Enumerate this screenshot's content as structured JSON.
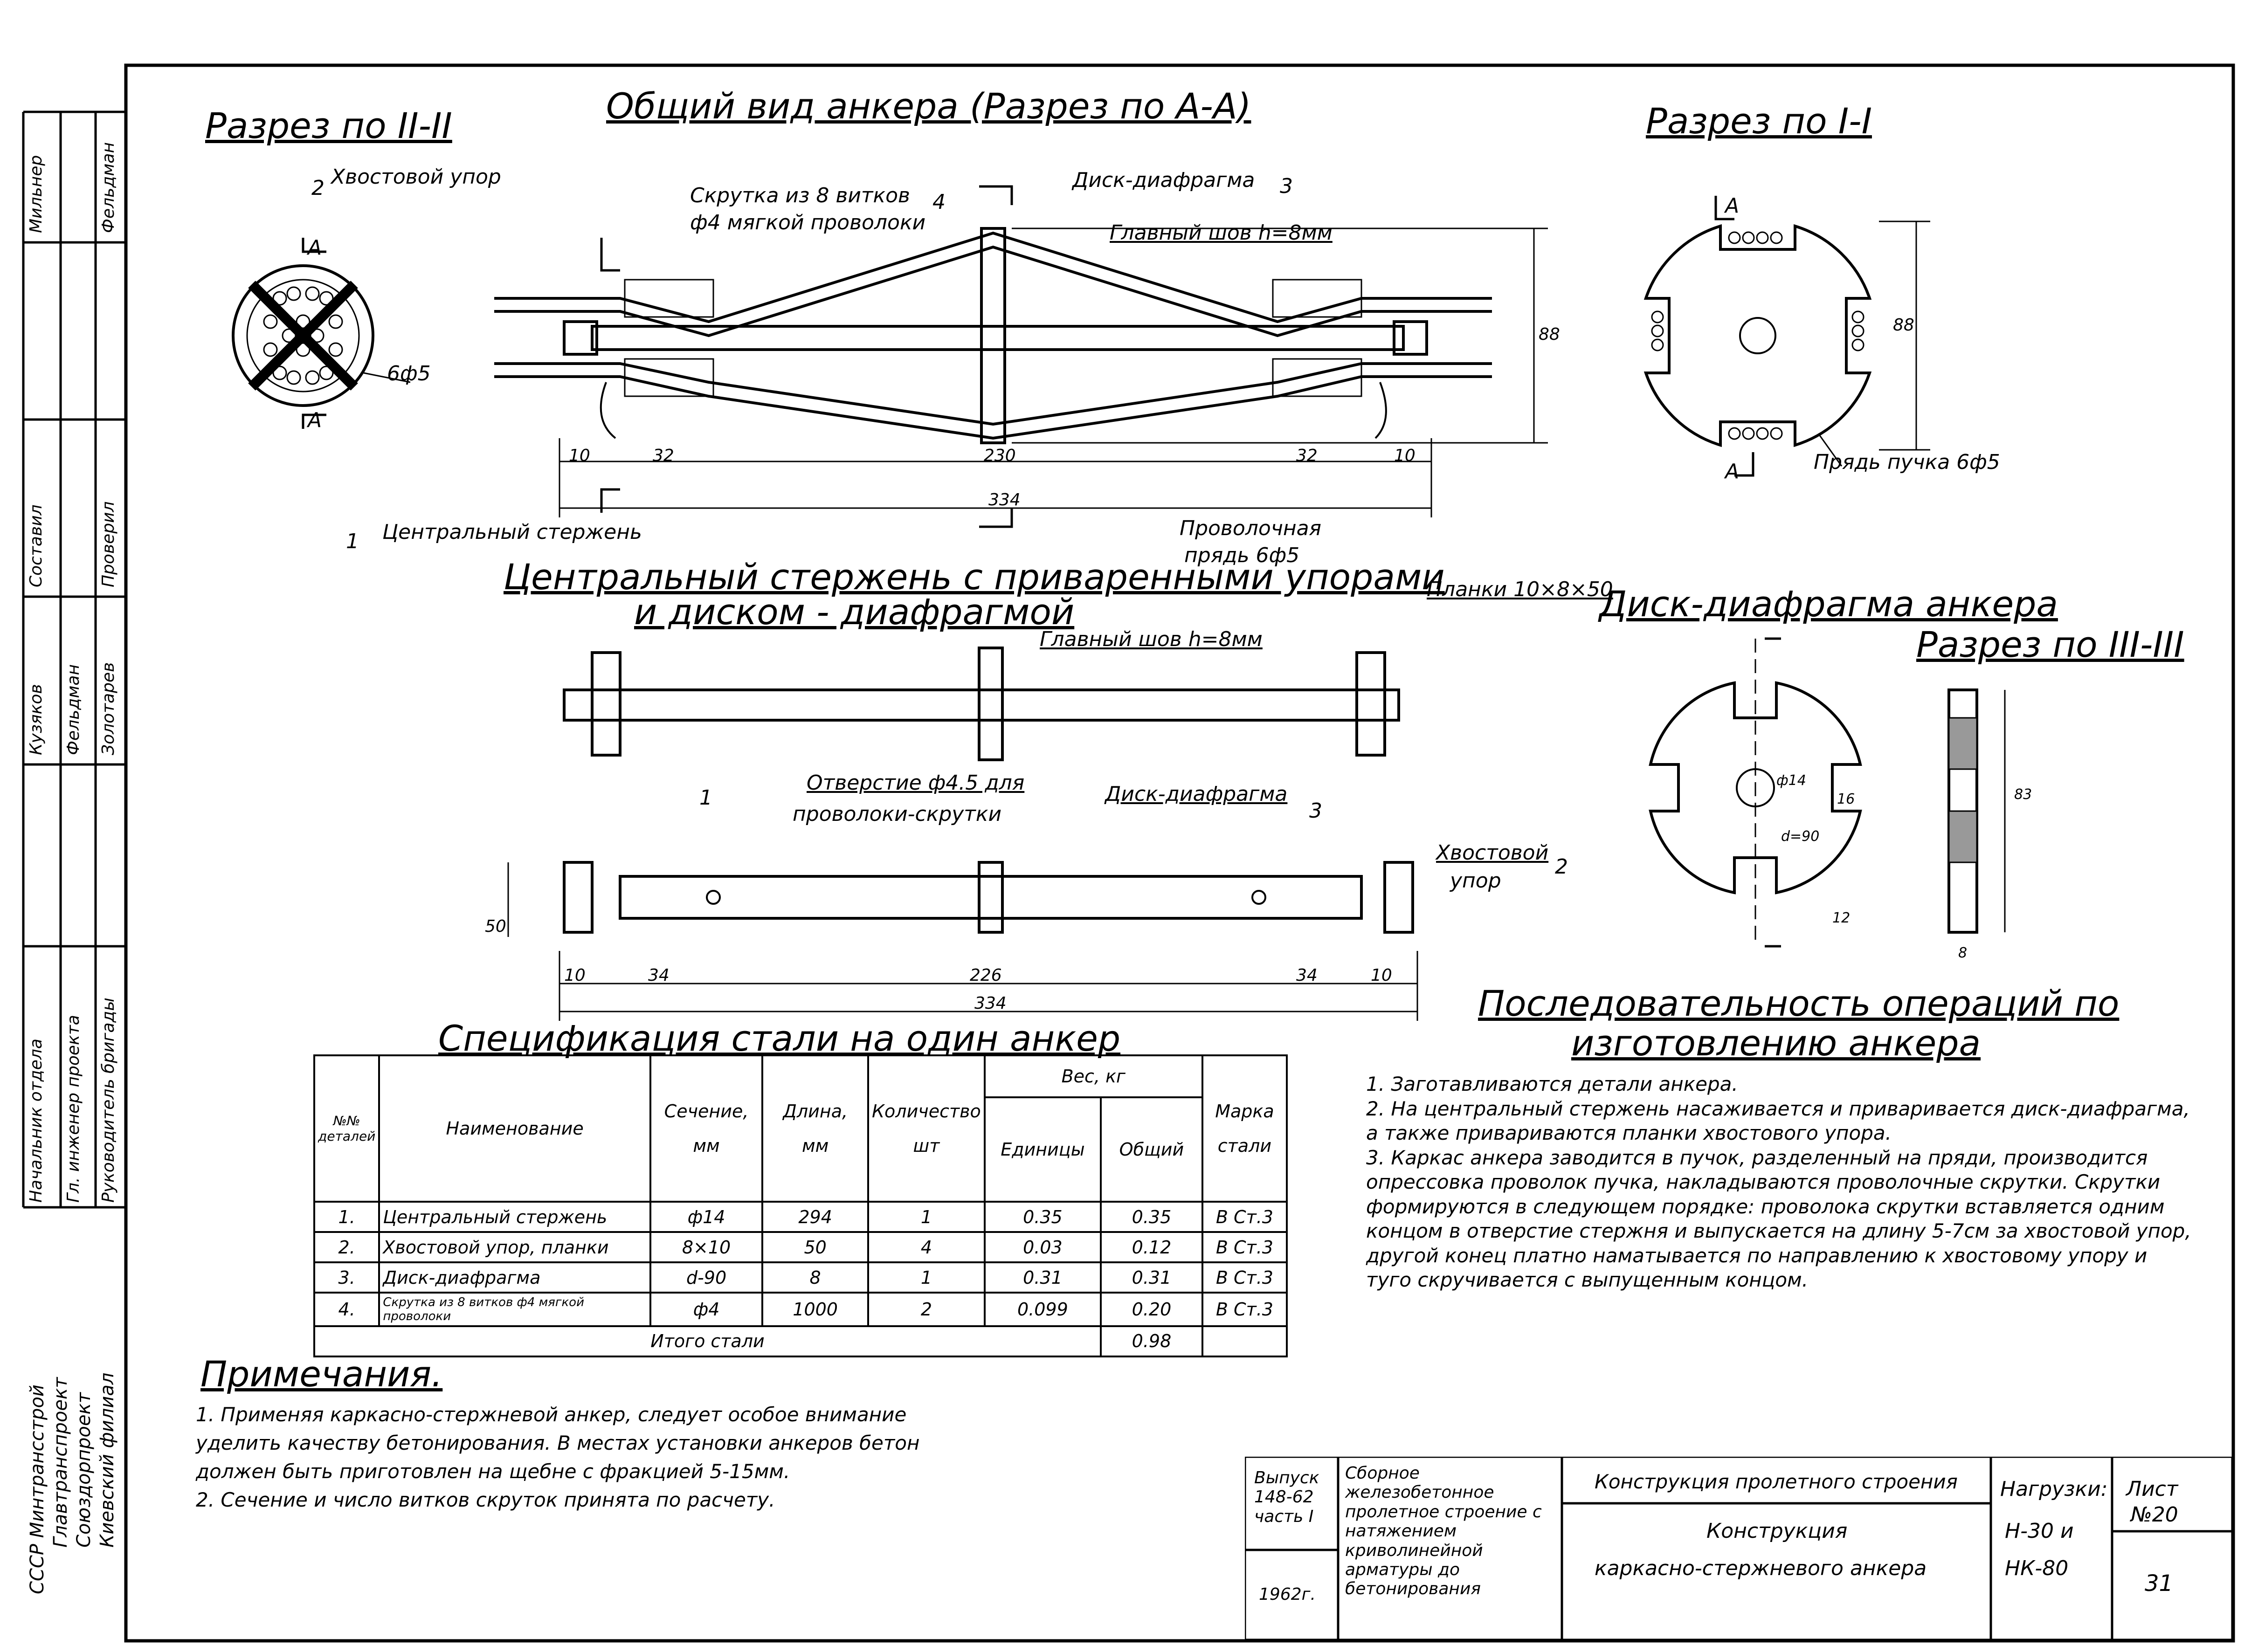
{
  "views": {
    "section2_title": "Разрез по II-II",
    "general_title": "Общий вид анкера (Разрез по А-А)",
    "section1_title": "Разрез по I-I",
    "rod_title_line1": "Центральный стержень с приваренными упорами",
    "rod_title_line2": "и диском - диафрагмой",
    "disk_title": "Диск-диафрагма анкера",
    "section3_title": "Разрез по III-III"
  },
  "labels": {
    "tail_stop": "Хвостовой упор",
    "twist": "Скрутка из 8 витков",
    "twist_wire": "ф4 мягкой проволоки",
    "disk_diaphragm": "Диск-диафрагма",
    "main_weld": "Главный шов  h=8мм",
    "central_rod": "Центральный стержень",
    "wire_strand": "Проволочная",
    "wire_strand2": "прядь 6ф5",
    "strand_bundle": "Прядь пучка 6ф5",
    "six_phi5": "6ф5",
    "plates": "Планки 10×8×50",
    "hole": "Отверстие ф4.5 для",
    "hole2": "проволоки-скрутки",
    "tail_stop2": "Хвостовой",
    "tail_stop3": "упор",
    "n1": "1",
    "n2": "2",
    "n3": "3",
    "n4": "4",
    "sec_A": "А",
    "sec_I": "I",
    "sec_II": "II",
    "sec_III": "III"
  },
  "dims": {
    "d10": "10",
    "d32": "32",
    "d230": "230",
    "d334": "334",
    "d88": "88",
    "d34": "34",
    "d226": "226",
    "d50": "50",
    "d16": "16",
    "d12": "12",
    "d8": "8",
    "d90": "d=90",
    "phi14": "ф14",
    "d83": "83"
  },
  "spec": {
    "title": "Спецификация стали на один анкер",
    "headers": {
      "num": "№№ деталей",
      "name": "Наименование",
      "section": "Сечение,",
      "section_unit": "мм",
      "length": "Длина,",
      "length_unit": "мм",
      "qty": "Количество",
      "qty_unit": "шт",
      "weight": "Вес, кг",
      "w_unit": "Единицы",
      "w_total": "Общий",
      "grade": "Марка",
      "grade2": "стали"
    },
    "rows": [
      {
        "n": "1.",
        "name": "Центральный стержень",
        "sec": "ф14",
        "len": "294",
        "qty": "1",
        "wu": "0.35",
        "wt": "0.35",
        "grade": "В Ст.3"
      },
      {
        "n": "2.",
        "name": "Хвостовой упор, планки",
        "sec": "8×10",
        "len": "50",
        "qty": "4",
        "wu": "0.03",
        "wt": "0.12",
        "grade": "В Ст.3"
      },
      {
        "n": "3.",
        "name": "Диск-диафрагма",
        "sec": "d-90",
        "len": "8",
        "qty": "1",
        "wu": "0.31",
        "wt": "0.31",
        "grade": "В Ст.3"
      },
      {
        "n": "4.",
        "name": "Скрутка из 8 витков ф4 мягкой проволоки",
        "sec": "ф4",
        "len": "1000",
        "qty": "2",
        "wu": "0.099",
        "wt": "0.20",
        "grade": "В Ст.3"
      }
    ],
    "total_label": "Итого   стали",
    "total_value": "0.98"
  },
  "operations": {
    "title_line1": "Последовательность операций по",
    "title_line2": "изготовлению анкера",
    "items": [
      "1. Заготавливаются детали анкера.",
      "2. На центральный стержень насаживается и приваривается диск-диафрагма, а также привариваются планки хвостового упора.",
      "3. Каркас анкера заводится в пучок, разделенный на пряди, производится опрессовка проволок пучка, накладываются проволочные скрутки. Скрутки формируются в следующем порядке: проволока скрутки вставляется одним концом в отверстие стержня и выпускается на длину 5-7см за хвостовой упор, другой конец платно наматывается по направлению к хвостовому упору и туго скручивается с выпущенным концом."
    ]
  },
  "notes": {
    "title": "Примечания.",
    "items": [
      "1. Применяя каркасно-стержневой анкер, следует особое внимание уделить качеству бетонирования. В местах установки анкеров бетон должен быть приготовлен на щебне с фракцией 5-15мм.",
      "2. Сечение и число витков скруток принята по расчету."
    ]
  },
  "title_block": {
    "issue": "Выпуск 148-62 часть I",
    "year": "1962г.",
    "series": "Сборное железобетонное пролетное строение с натяжением криволинейной арматуры до бетонирования",
    "header": "Конструкция пролетного строения",
    "title_line1": "Конструкция",
    "title_line2": "каркасно-стержневого анкера",
    "loads_label": "Нагрузки:",
    "loads1": "Н-30 и",
    "loads2": "НК-80",
    "sheet_label": "Лист",
    "sheet_num": "№20",
    "page": "31"
  },
  "side_stamp": {
    "org1": "СССР Минтрансстрой",
    "org2": "Главтранспроект",
    "org3": "Союздорпроект",
    "org4": "Киевский филиал",
    "role1": "Начальник отдела",
    "role2": "Гл. инженер проекта",
    "role3": "Руководитель бригады",
    "name1": "Мильнер",
    "name2": "Фельдман",
    "name3": "Кузяков",
    "name4": "Фельдман",
    "name5": "Золотарев",
    "composed": "Составил",
    "checked": "Проверил"
  }
}
